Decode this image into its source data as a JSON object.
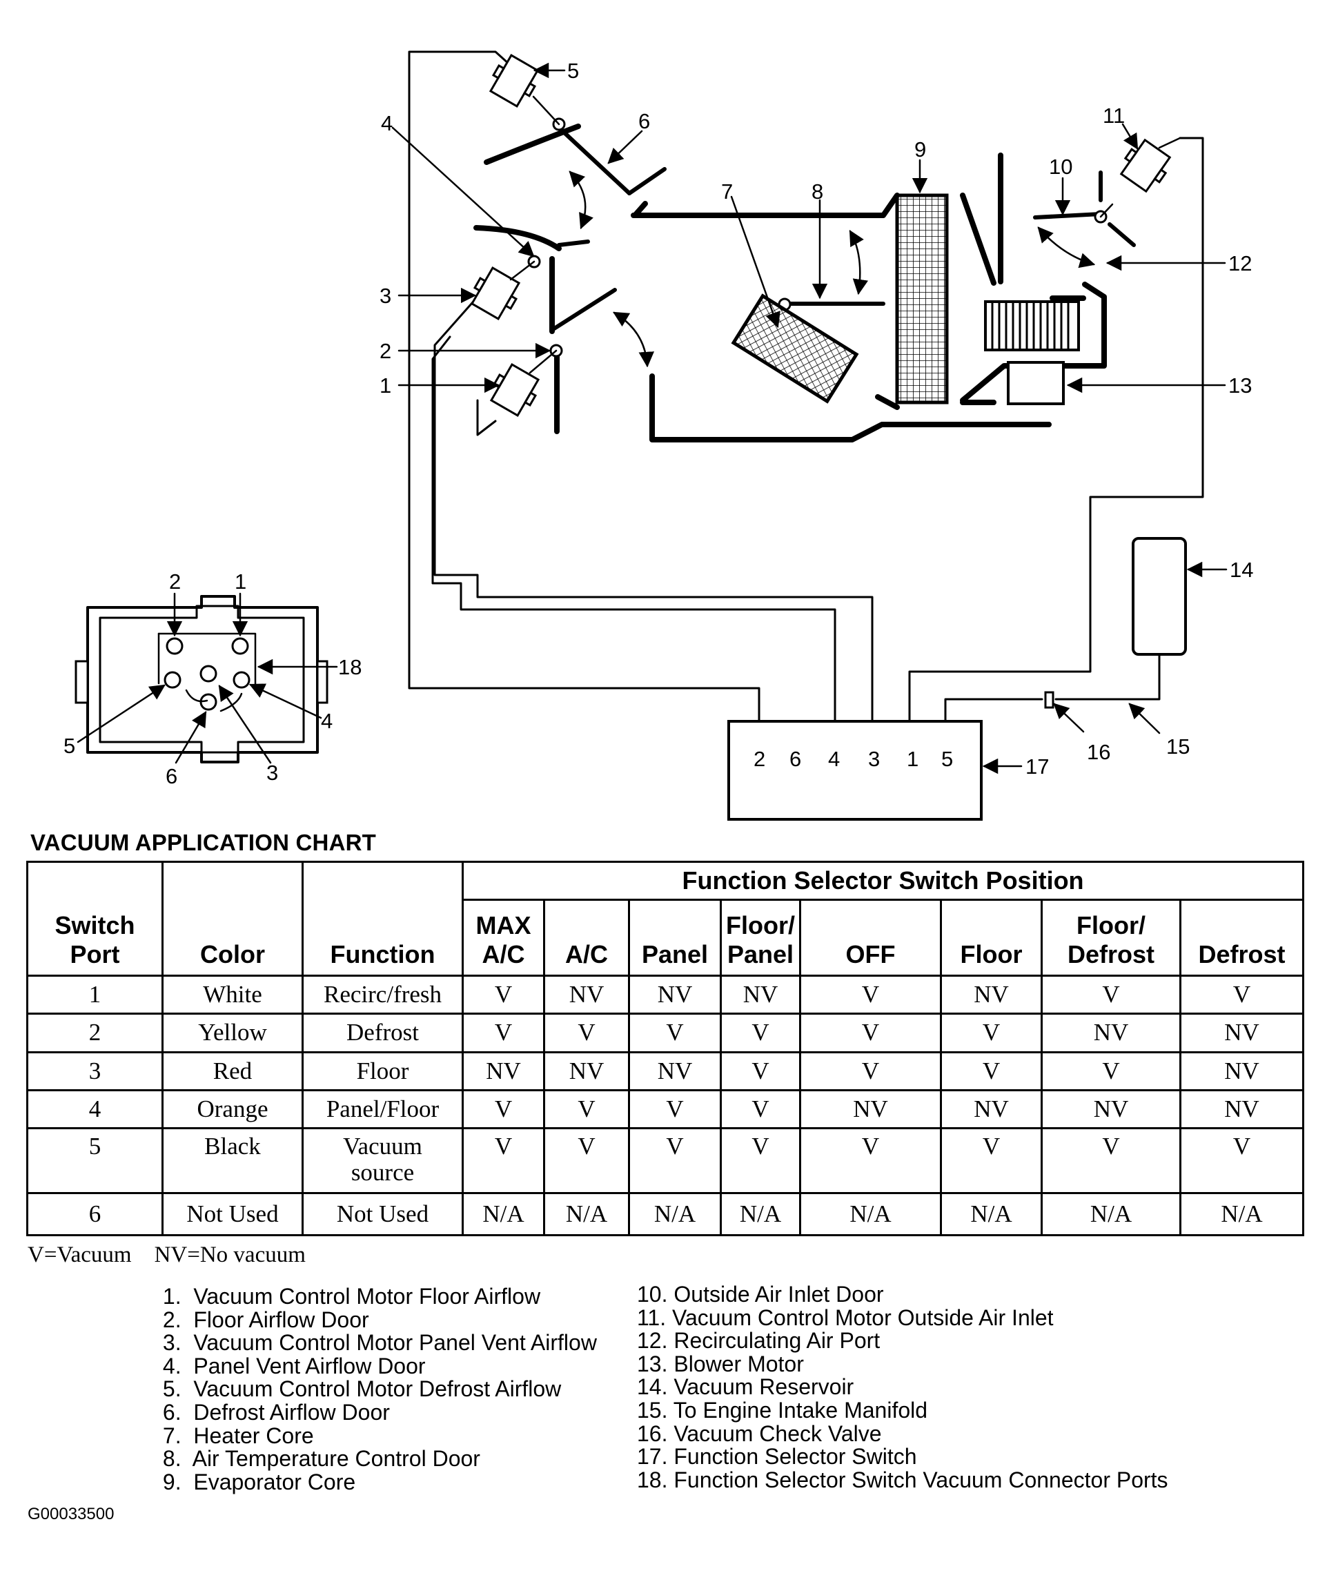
{
  "diagram": {
    "callouts": [
      "1",
      "2",
      "3",
      "4",
      "5",
      "6",
      "7",
      "8",
      "9",
      "10",
      "11",
      "12",
      "13",
      "14",
      "15",
      "16",
      "17",
      "18"
    ],
    "switch_ports": [
      "2",
      "6",
      "4",
      "3",
      "1",
      "5"
    ]
  },
  "chart": {
    "title": "VACUUM APPLICATION CHART",
    "group_header": "Function Selector Switch Position",
    "columns": {
      "port": [
        "Switch",
        "Port"
      ],
      "color": "Color",
      "function": "Function",
      "positions": [
        [
          "MAX",
          "A/C"
        ],
        [
          "",
          "A/C"
        ],
        [
          "",
          "Panel"
        ],
        [
          "Floor/",
          "Panel"
        ],
        [
          "",
          "OFF"
        ],
        [
          "",
          "Floor"
        ],
        [
          "Floor/",
          "Defrost"
        ],
        [
          "",
          "Defrost"
        ]
      ]
    },
    "rows": [
      {
        "port": "1",
        "color": "White",
        "function": [
          "Recirc/fresh"
        ],
        "values": [
          "V",
          "NV",
          "NV",
          "NV",
          "V",
          "NV",
          "V",
          "V"
        ]
      },
      {
        "port": "2",
        "color": "Yellow",
        "function": [
          "Defrost"
        ],
        "values": [
          "V",
          "V",
          "V",
          "V",
          "V",
          "V",
          "NV",
          "NV"
        ]
      },
      {
        "port": "3",
        "color": "Red",
        "function": [
          "Floor"
        ],
        "values": [
          "NV",
          "NV",
          "NV",
          "V",
          "V",
          "V",
          "V",
          "NV"
        ]
      },
      {
        "port": "4",
        "color": "Orange",
        "function": [
          "Panel/Floor"
        ],
        "values": [
          "V",
          "V",
          "V",
          "V",
          "NV",
          "NV",
          "NV",
          "NV"
        ]
      },
      {
        "port": "5",
        "color": "Black",
        "function": [
          "Vacuum",
          "source"
        ],
        "values": [
          "V",
          "V",
          "V",
          "V",
          "V",
          "V",
          "V",
          "V"
        ]
      },
      {
        "port": "6",
        "color": "Not Used",
        "function": [
          "Not Used"
        ],
        "values": [
          "N/A",
          "N/A",
          "N/A",
          "N/A",
          "N/A",
          "N/A",
          "N/A",
          "N/A"
        ]
      }
    ],
    "legend_note": "V=Vacuum    NV=No vacuum"
  },
  "key": {
    "left": [
      " 1.  Vacuum Control Motor Floor Airflow",
      " 2.  Floor Airflow Door",
      " 3.  Vacuum Control Motor Panel Vent Airflow",
      " 4.  Panel Vent Airflow Door",
      " 5.  Vacuum Control Motor Defrost Airflow",
      " 6.  Defrost Airflow Door",
      " 7.  Heater Core",
      " 8.  Air Temperature Control Door",
      " 9.  Evaporator Core"
    ],
    "right": [
      "10. Outside Air Inlet Door",
      "11. Vacuum Control Motor Outside Air Inlet",
      "12. Recirculating Air Port",
      "13. Blower Motor",
      "14. Vacuum Reservoir",
      "15. To Engine Intake Manifold",
      "16. Vacuum Check Valve",
      "17. Function Selector Switch",
      "18. Function Selector Switch Vacuum Connector Ports"
    ]
  },
  "figure_id": "G00033500"
}
